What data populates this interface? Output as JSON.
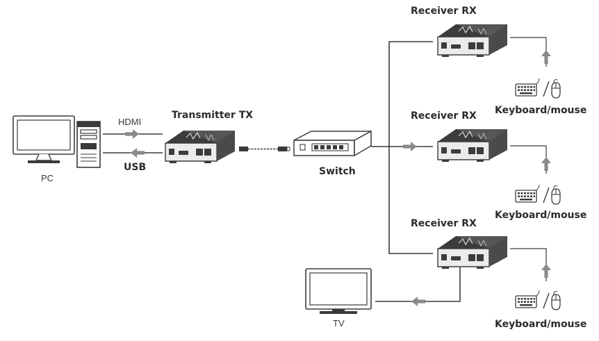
{
  "labels": {
    "pc": "PC",
    "hdmi": "HDMI",
    "usb": "USB",
    "transmitter": "Transmitter TX",
    "switch": "Switch",
    "receiver_1": "Receiver RX",
    "receiver_2": "Receiver RX",
    "receiver_3": "Receiver RX",
    "keyboard_mouse_1": "Keyboard/mouse",
    "keyboard_mouse_2": "Keyboard/mouse",
    "keyboard_mouse_3": "Keyboard/mouse",
    "tv": "TV"
  },
  "colors": {
    "line": "#3a3a3a",
    "arrow": "#8a8a8a",
    "device_dark": "#3c3c3c",
    "device_light": "#e8e8e8"
  },
  "icons": [
    "pc-icon",
    "tower-icon",
    "transmitter-icon",
    "cable-icon",
    "switch-icon",
    "receiver-icon",
    "keyboard-icon",
    "mouse-icon",
    "tv-icon"
  ]
}
